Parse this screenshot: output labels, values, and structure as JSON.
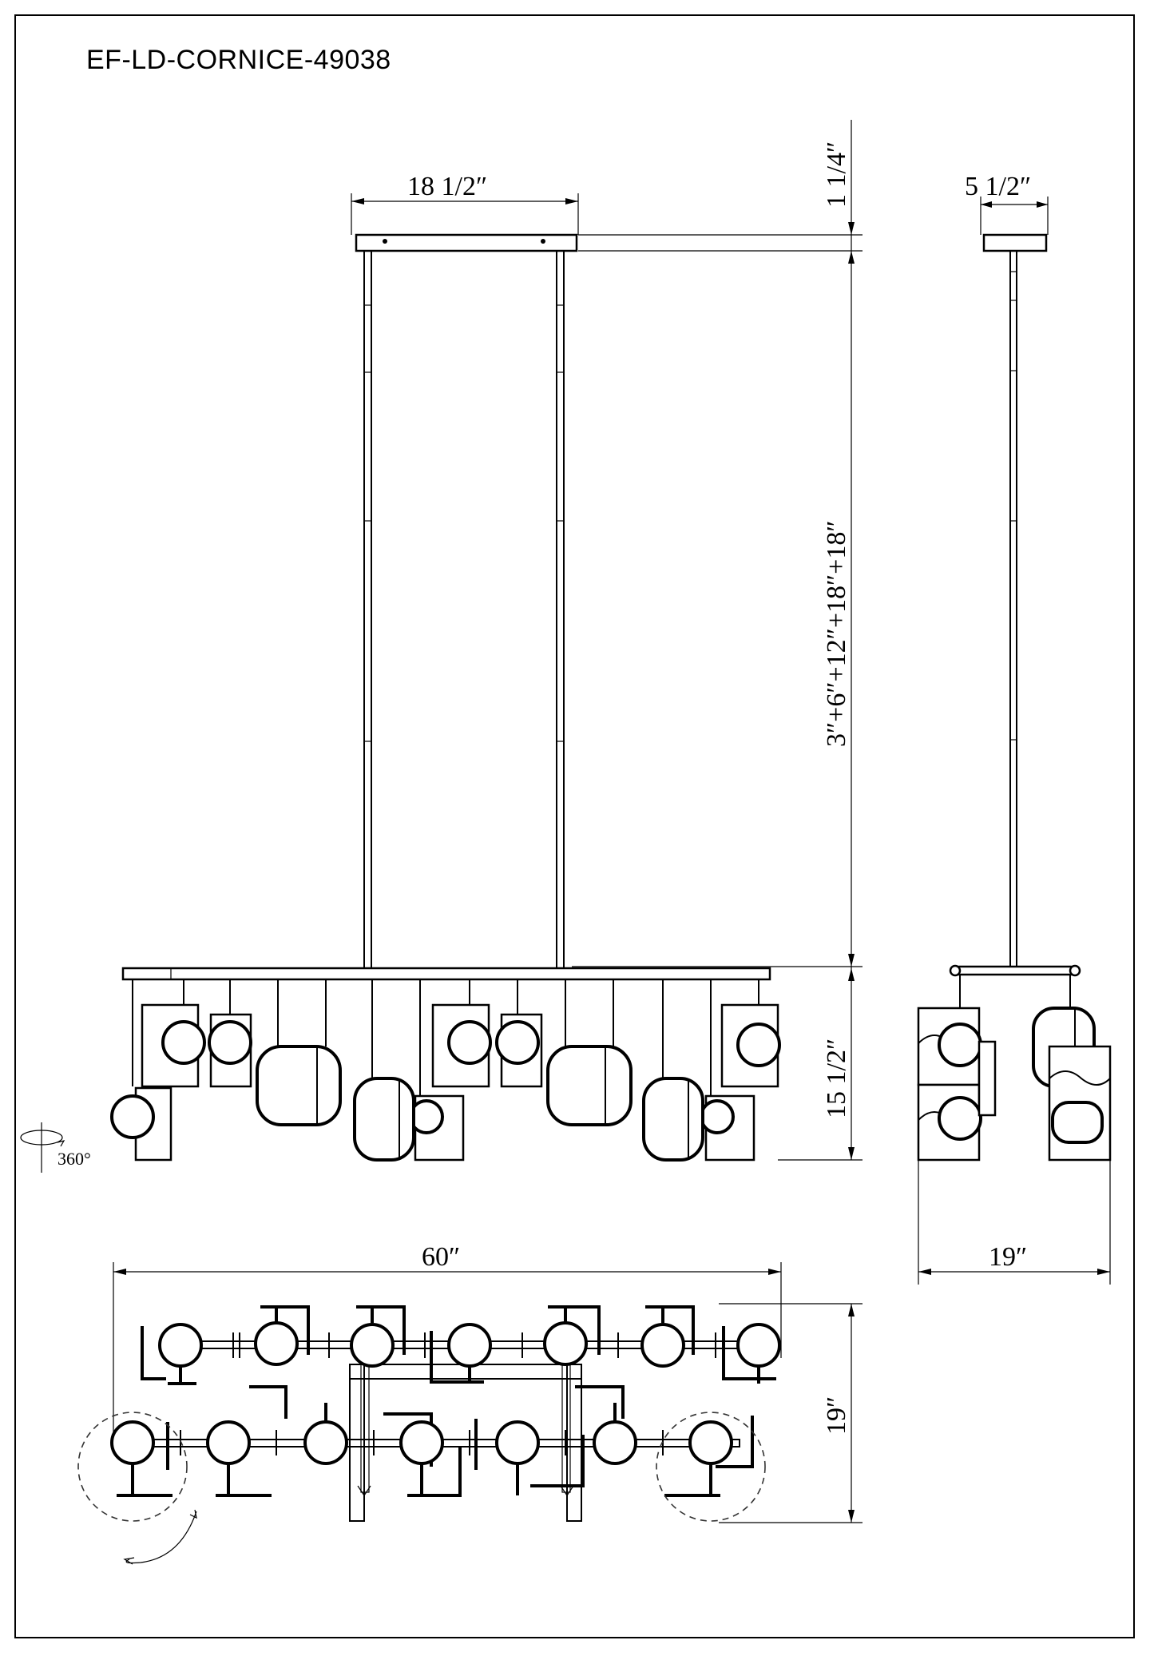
{
  "title": "EF-LD-CORNICE-49038",
  "dimensions": {
    "canopy_width": "18 1/2″",
    "canopy_height": "1 1/4″",
    "canopy_depth": "5 1/2″",
    "rod_lengths": "3″+6″+12″+18″+18″",
    "body_height": "15 1/2″",
    "side_width": "19″",
    "overall_length": "60″",
    "overall_depth": "19″",
    "rotation": "360°"
  },
  "colors": {
    "line": "#000000",
    "background": "#ffffff"
  }
}
